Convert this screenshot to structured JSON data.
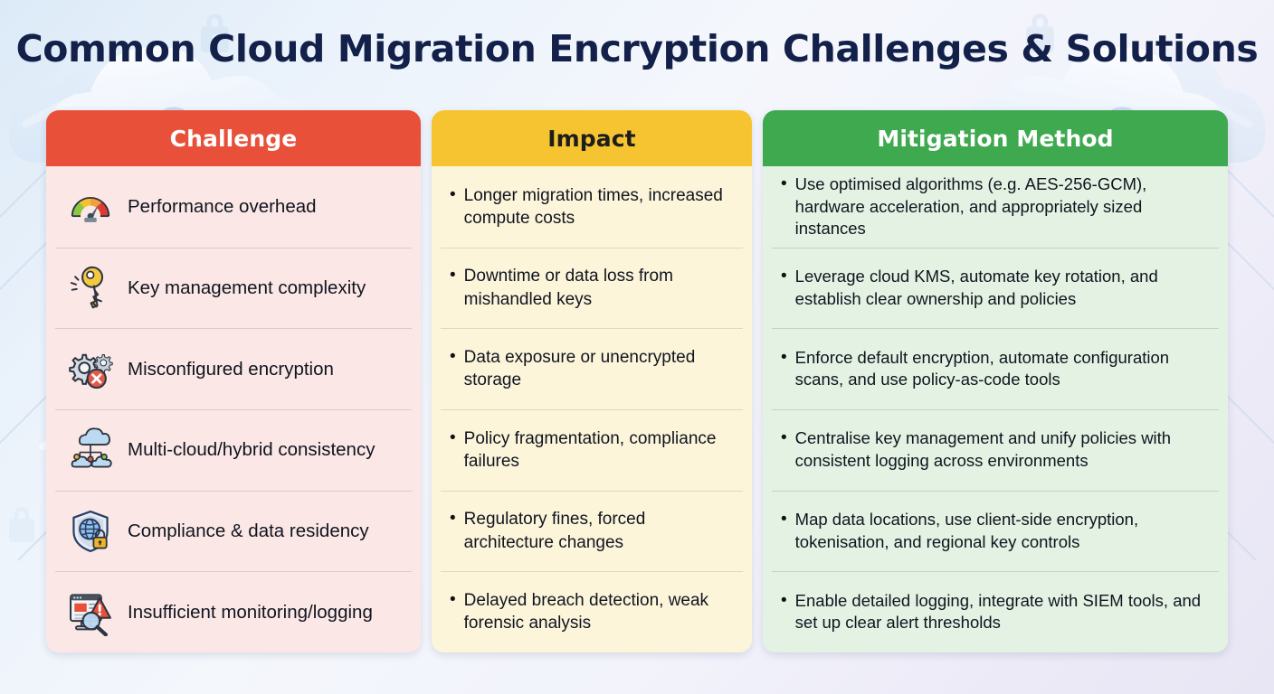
{
  "page": {
    "title": "Common Cloud Migration Encryption Challenges & Solutions"
  },
  "colors": {
    "header_challenge_bg": "#e8503a",
    "header_impact_bg": "#f6c430",
    "header_mitigation_bg": "#3fa94f",
    "body_challenge_bg": "#fbe8e6",
    "body_impact_bg": "#fcf5da",
    "body_mitigation_bg": "#e3f2e2",
    "title_text": "#13204a"
  },
  "table": {
    "headers": [
      {
        "label": "Challenge",
        "key": "challenge"
      },
      {
        "label": "Impact",
        "key": "impact"
      },
      {
        "label": "Mitigation Method",
        "key": "mitigation"
      }
    ],
    "bullet_glyph": "•",
    "rows": [
      {
        "icon": "speedometer-gauge-icon",
        "challenge": "Performance overhead",
        "impact": "Longer migration times, increased compute costs",
        "mitigation": "Use optimised algorithms (e.g. AES-256-GCM), hardware acceleration, and appropriately sized instances"
      },
      {
        "icon": "key-icon",
        "challenge": "Key management complexity",
        "impact": "Downtime or data loss from mishandled keys",
        "mitigation": "Leverage cloud KMS, automate key rotation, and establish clear ownership and policies"
      },
      {
        "icon": "gears-error-icon",
        "challenge": "Misconfigured encryption",
        "impact": "Data exposure or unencrypted storage",
        "mitigation": "Enforce default encryption, automate configuration scans, and use policy-as-code tools"
      },
      {
        "icon": "multi-cloud-network-icon",
        "challenge": "Multi-cloud/hybrid consistency",
        "impact": "Policy fragmentation, compliance failures",
        "mitigation": "Centralise key management and unify policies with consistent logging across environments"
      },
      {
        "icon": "shield-globe-lock-icon",
        "challenge": "Compliance & data residency",
        "impact": "Regulatory fines, forced architecture changes",
        "mitigation": "Map data locations, use client-side encryption, tokenisation, and regional key controls"
      },
      {
        "icon": "monitor-alert-magnifier-icon",
        "challenge": "Insufficient monitoring/logging",
        "impact": "Delayed breach detection, weak forensic analysis",
        "mitigation": "Enable detailed logging, integrate with SIEM tools, and set up clear alert thresholds"
      }
    ]
  },
  "decor": {
    "left_graphic": "cloud-with-padlock-left",
    "right_graphic": "cloud-with-padlock-right"
  }
}
